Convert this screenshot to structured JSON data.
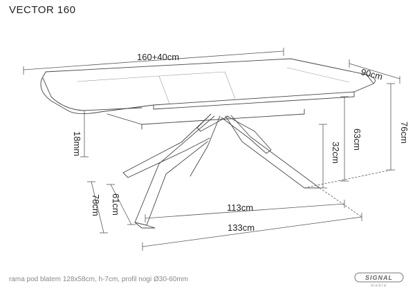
{
  "title": "VECTOR 160",
  "dimensions": {
    "length": "160+40cm",
    "width": "90cm",
    "height": "76cm",
    "clearance": "63cm",
    "leg_height": "32cm",
    "top_thickness": "18mm",
    "base_length": "133cm",
    "base_inner_length": "113cm",
    "base_width": "78cm",
    "base_inner_width": "61cm"
  },
  "footer_note": "rama pod blatem 128x58cm, h-7cm, profil nogi Ø30-60mm",
  "brand": {
    "name": "SIGNAL",
    "tagline": "meble"
  }
}
